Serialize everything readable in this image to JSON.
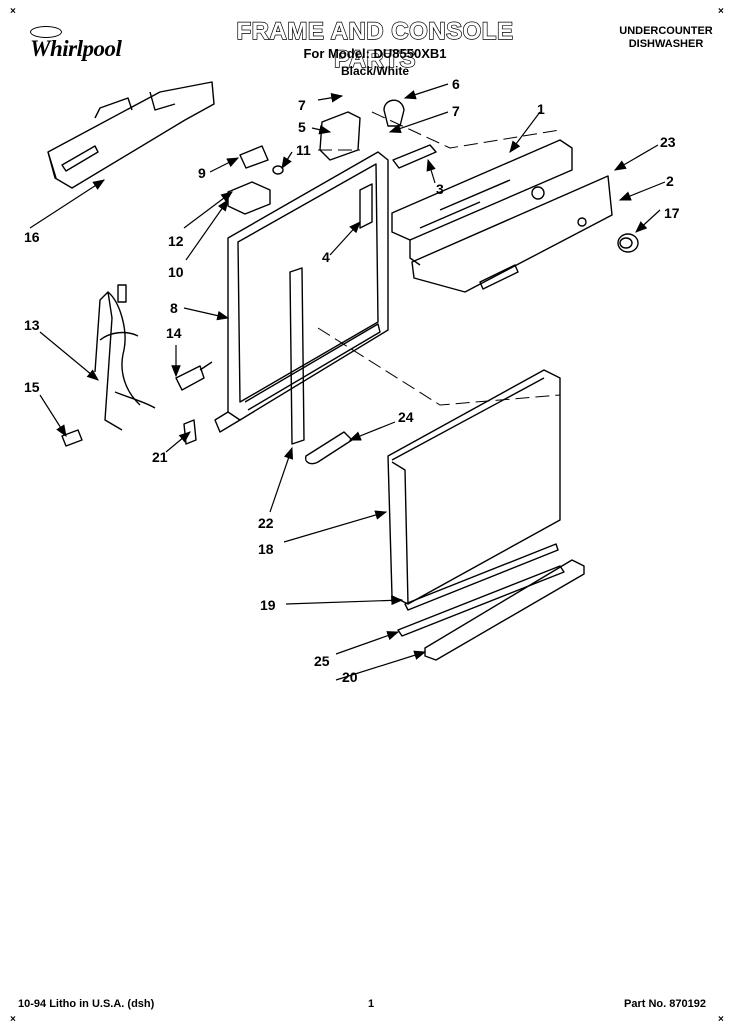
{
  "header": {
    "brand": "Whirlpool",
    "title": "FRAME AND CONSOLE PARTS",
    "model_line": "For Model: DU8550XB1",
    "color_line": "Black/White",
    "product_type": [
      "UNDERCOUNTER",
      "DISHWASHER"
    ]
  },
  "footer": {
    "left": "10-94 Litho in U.S.A. (dsh)",
    "center": "1",
    "right": "Part No. 870192"
  },
  "callouts": [
    "1",
    "2",
    "3",
    "4",
    "5",
    "6",
    "7",
    "7",
    "8",
    "9",
    "10",
    "11",
    "12",
    "13",
    "14",
    "15",
    "16",
    "17",
    "18",
    "19",
    "20",
    "21",
    "22",
    "23",
    "24",
    "25"
  ]
}
